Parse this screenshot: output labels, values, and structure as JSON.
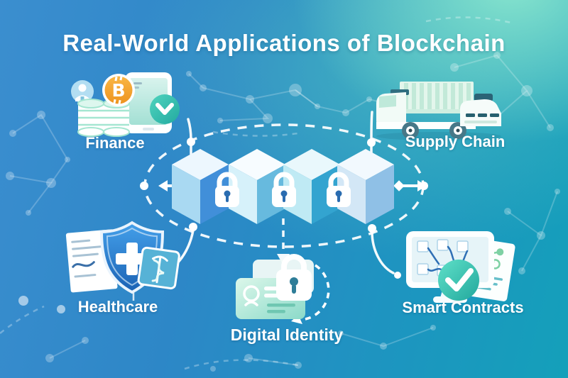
{
  "title": "Real-World Applications of Blockchain",
  "sections": {
    "finance": {
      "label": "Finance",
      "icons": [
        "user-badge-icon",
        "coin-stack-icon",
        "bitcoin-icon",
        "smartphone-icon",
        "check-badge-icon"
      ]
    },
    "supply_chain": {
      "label": "Supply Chain",
      "icons": [
        "cargo-truck-icon",
        "delivery-van-icon"
      ]
    },
    "healthcare": {
      "label": "Healthcare",
      "icons": [
        "medical-record-icon",
        "shield-cross-icon",
        "caduceus-card-icon"
      ]
    },
    "digital_identity": {
      "label": "Digital Identity",
      "icons": [
        "id-card-icon",
        "padlock-icon",
        "circular-arrow-icon"
      ]
    },
    "smart_contracts": {
      "label": "Smart Contracts",
      "icons": [
        "workflow-monitor-icon",
        "check-badge-icon",
        "contract-document-icon"
      ]
    }
  },
  "blockchain_chain": {
    "block_count": 4,
    "lock_count": 3,
    "linked_by": "dashed-ellipse-with-nodes"
  },
  "colors": {
    "background_blue": "#2f8aca",
    "background_teal": "#14a0ba",
    "background_mint": "#8ce8ce",
    "line_white": "#ffffff",
    "block_side_blue": "#418fd9",
    "block_side_cyan": "#33a4d0",
    "block_light": "#d6f1fa",
    "lock_keyhole_blue": "#2a6cb0",
    "bitcoin_orange": "#f2a52e",
    "badge_teal": "#35c9b6",
    "shield_blue": "#2f7fd0",
    "coin_mint": "#a5e6d1"
  }
}
